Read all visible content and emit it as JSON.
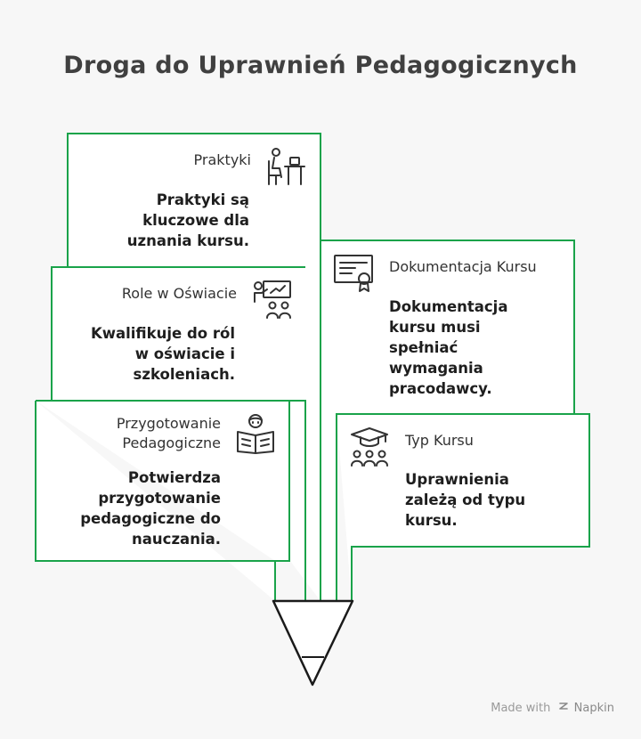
{
  "title": "Droga do Uprawnień Pedagogicznych",
  "cards": {
    "praktyki": {
      "label": "Praktyki",
      "body": [
        "Praktyki są",
        "kluczowe dla",
        "uznania kursu."
      ],
      "icon": "desk-worker-icon"
    },
    "role": {
      "label": "Role w Oświacie",
      "body": [
        "Kwalifikuje do ról",
        "w oświacie i",
        "szkoleniach."
      ],
      "icon": "presenter-audience-icon"
    },
    "przygotowanie": {
      "label_lines": [
        "Przygotowanie",
        "Pedagogiczne"
      ],
      "body": [
        "Potwierdza",
        "przygotowanie",
        "pedagogiczne do",
        "nauczania."
      ],
      "icon": "reader-book-icon"
    },
    "dokumentacja": {
      "label": "Dokumentacja Kursu",
      "body": [
        "Dokumentacja",
        "kursu musi",
        "spełniać",
        "wymagania",
        "pracodawcy."
      ],
      "icon": "certificate-icon"
    },
    "typ": {
      "label": "Typ Kursu",
      "body": [
        "Uprawnienia",
        "zależą od typu",
        "kursu."
      ],
      "icon": "graduate-class-icon"
    }
  },
  "footer": {
    "prefix": "Made with",
    "brand": "Napkin"
  },
  "colors": {
    "accent": "#1aa34a",
    "text": "#1e1e1e",
    "background": "#f7f7f7"
  }
}
